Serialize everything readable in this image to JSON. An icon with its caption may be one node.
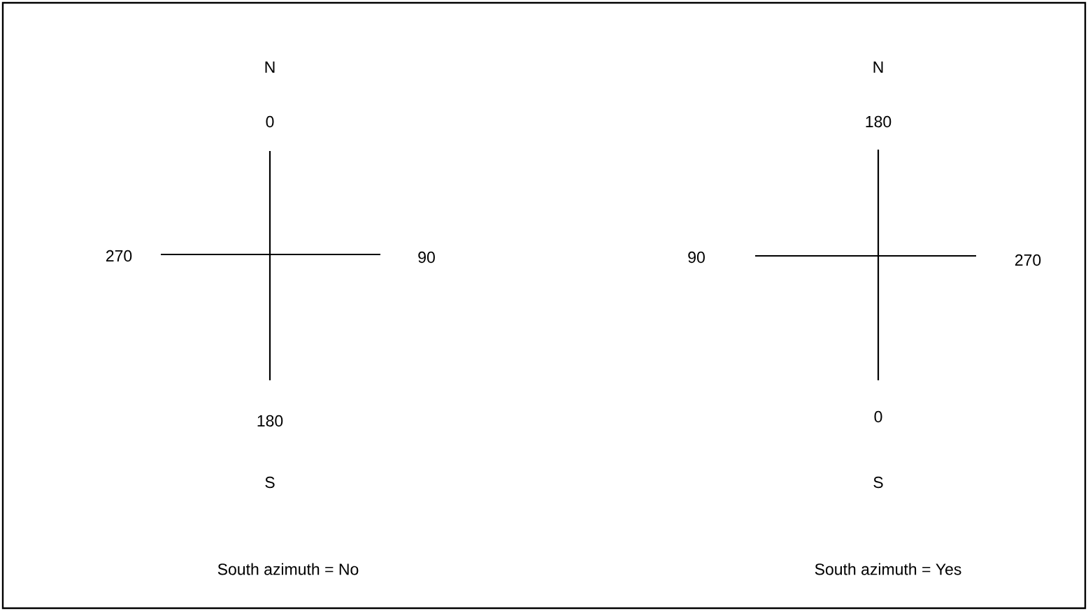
{
  "diagram": {
    "labels": [
      "N",
      "N",
      "0",
      "180",
      "270",
      "90",
      "90",
      "270",
      "180",
      "0",
      "S",
      "S",
      "South azimuth = No",
      "South azimuth = Yes"
    ]
  }
}
